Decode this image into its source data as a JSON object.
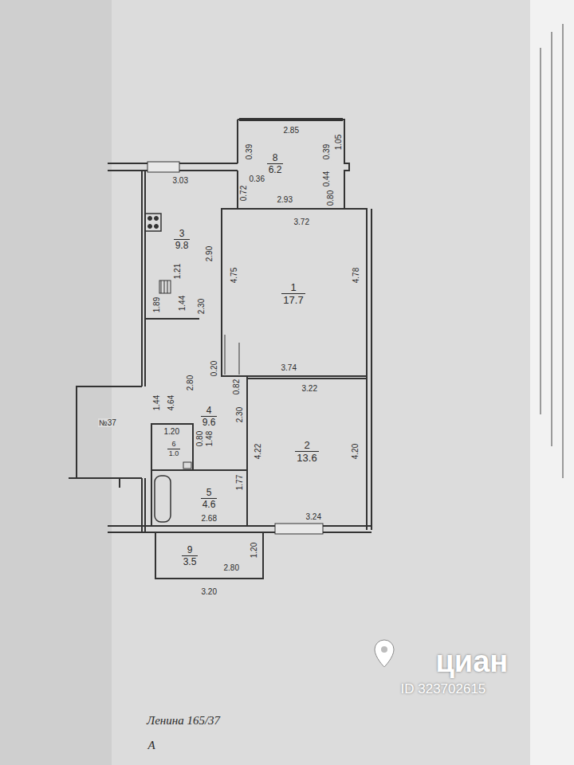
{
  "diagram": {
    "nodes": [
      {
        "text": [
          "8",
          "6.2"
        ]
      },
      {
        "text": [
          "1",
          "17.7"
        ]
      },
      {
        "text": [
          "3",
          "9.8"
        ]
      },
      {
        "text": [
          "4",
          "9.6"
        ]
      },
      {
        "text": [
          "2",
          "13.6"
        ]
      },
      {
        "text": [
          "6",
          "1.0"
        ]
      },
      {
        "text": [
          "5",
          "4.6"
        ]
      },
      {
        "text": [
          "9",
          "3.5"
        ]
      }
    ],
    "edges": [],
    "labels": [
      "2.85",
      "1.05",
      "0.39",
      "0.44",
      "0.80",
      "0.39",
      "0.36",
      "0.72",
      "2.93",
      "3.72",
      "4.75",
      "4.78",
      "3.74",
      "3.03",
      "2.90",
      "1.21",
      "1.44",
      "2.30",
      "1.89",
      "1.44",
      "4.64",
      "2.80",
      "0.82",
      "0.20",
      "2.30",
      "1.20",
      "0.80",
      "1.48",
      "1.77",
      "2.68",
      "3.22",
      "4.22",
      "4.20",
      "3.24",
      "2.80",
      "1.20",
      "3.20",
      "№37",
      "Ленина 165/37",
      "А",
      "циан",
      "ID 323702615"
    ]
  }
}
